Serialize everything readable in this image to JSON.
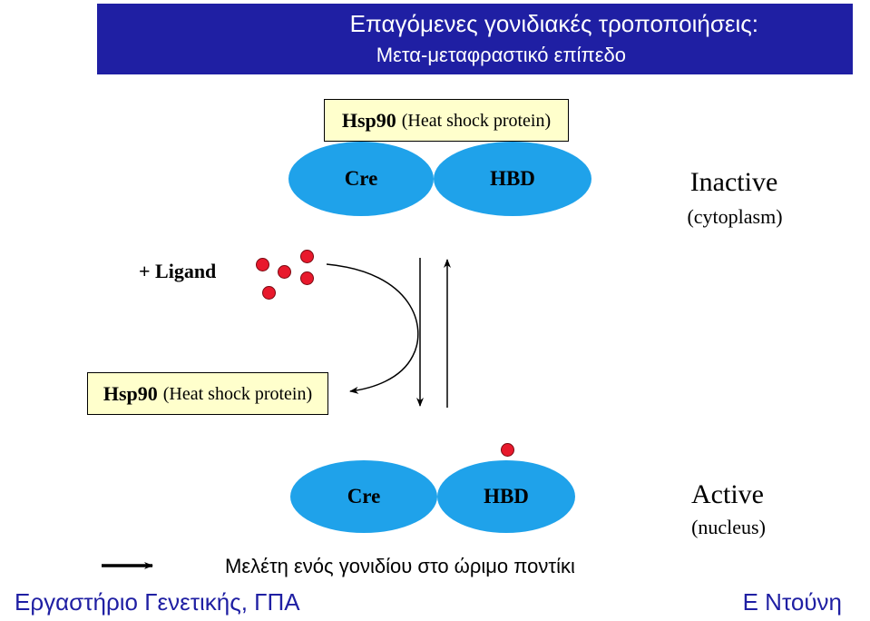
{
  "header": {
    "title": "Επαγόμενες γονιδιακές τροποποιήσεις:",
    "subtitle": "Μετα-μεταφραστικό επίπεδο"
  },
  "top_complex": {
    "hsp_bold": "Hsp90",
    "hsp_rest": "(Heat shock protein)",
    "cre": "Cre",
    "hbd": "HBD"
  },
  "inactive": {
    "label": "Inactive",
    "location": "(cytoplasm)"
  },
  "ligand_label": "+ Ligand",
  "released_hsp": {
    "bold": "Hsp90",
    "rest": "(Heat shock protein)"
  },
  "bottom_complex": {
    "cre": "Cre",
    "hbd": "HBD"
  },
  "active": {
    "label": "Active",
    "location": "(nucleus)"
  },
  "study_text": "Μελέτη ενός γονιδίου στο ώριμο ποντίκι",
  "footer": {
    "left": "Εργαστήριο Γενετικής, ΓΠΑ",
    "right": "Ε Ντούνη"
  },
  "colors": {
    "header_bg": "#1f1fa3",
    "oval": "#1fa2ea",
    "hsp_box": "#ffffcc",
    "ligand": "#e8192c",
    "footer_text": "#1f1fa3"
  }
}
